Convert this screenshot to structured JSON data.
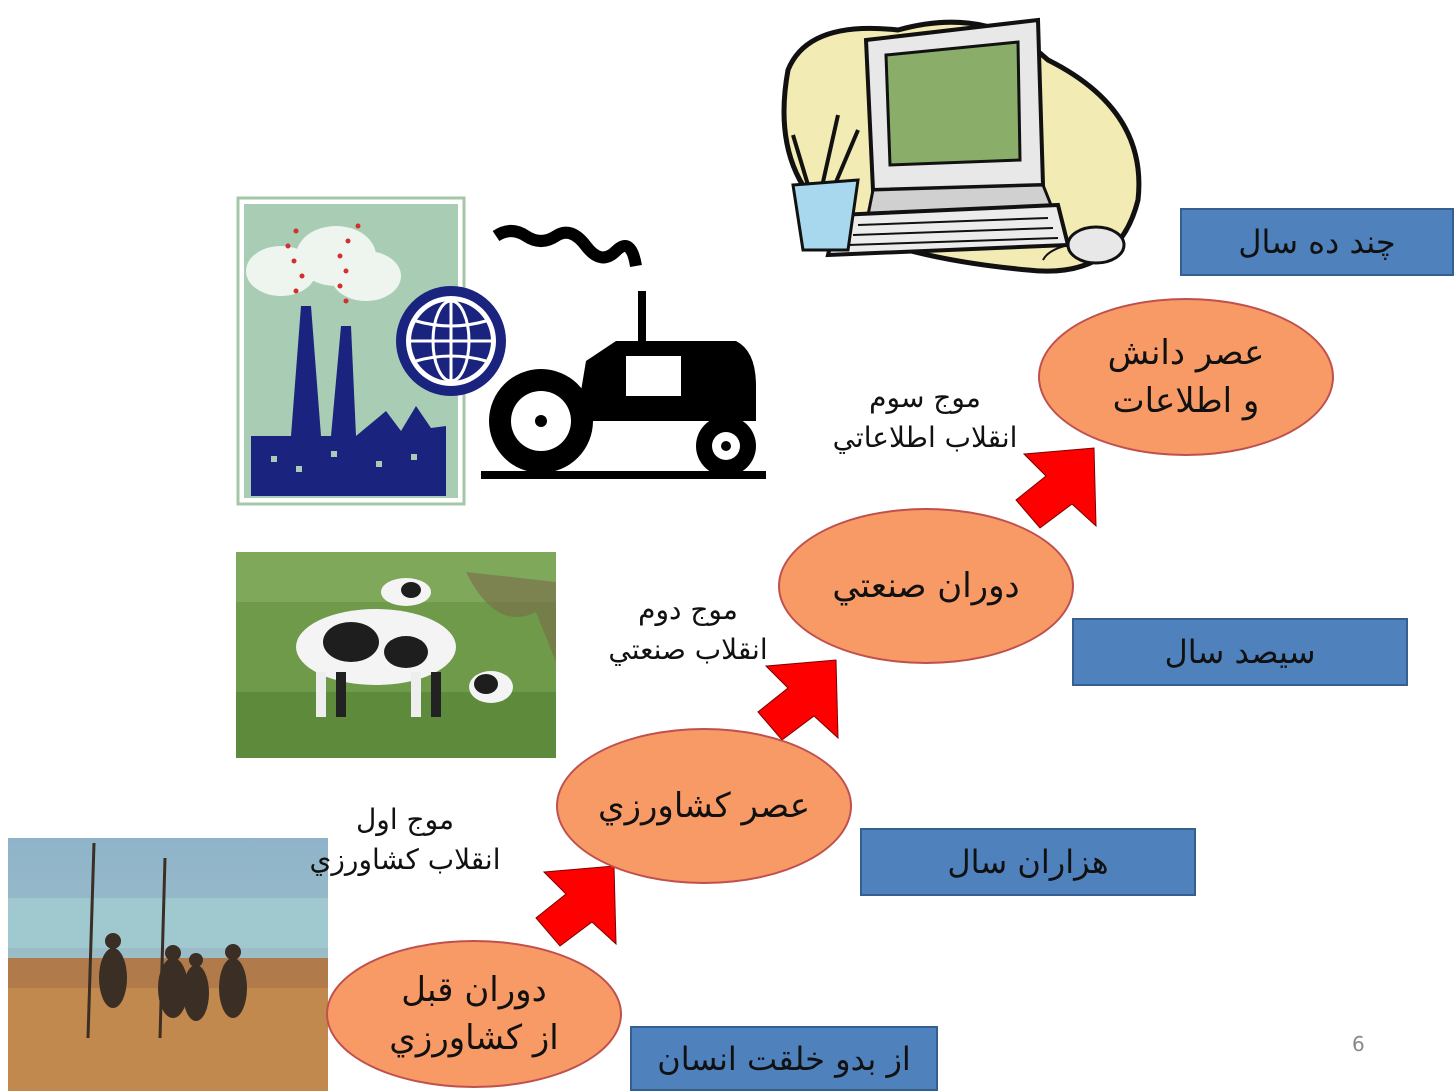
{
  "stages": [
    {
      "line1": "دوران قبل",
      "line2": "از كشاورزي"
    },
    {
      "line1": "عصر كشاورزي",
      "line2": ""
    },
    {
      "line1": "دوران صنعتي",
      "line2": ""
    },
    {
      "line1": "عصر دانش",
      "line2": "و اطلاعات"
    }
  ],
  "durations": [
    "از بدو خلقت انسان",
    "هزاران سال",
    "سيصد سال",
    "چند ده سال"
  ],
  "waves": [
    {
      "name": "موج اول",
      "revolution": "انقلاب كشاورزي"
    },
    {
      "name": "موج دوم",
      "revolution": "انقلاب صنعتي"
    },
    {
      "name": "موج سوم",
      "revolution": "انقلاب اطلاعاتي"
    }
  ],
  "slide_number": "6",
  "colors": {
    "ellipse_fill": "#f79a66",
    "box_fill": "#4f81bd",
    "arrow": "#ff0000"
  },
  "images": [
    "primitive-hunters-photo",
    "cow-grazing-photo",
    "factory-globe-tractor-clipart",
    "computer-desk-clipart"
  ]
}
